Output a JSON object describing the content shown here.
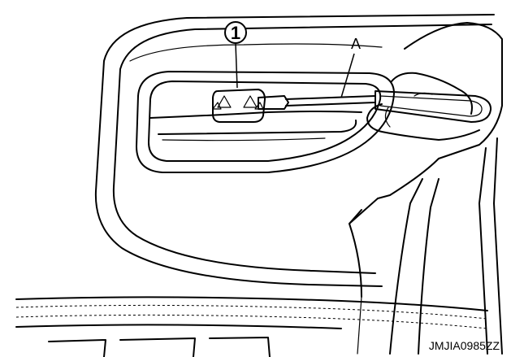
{
  "callout": {
    "number": "1"
  },
  "tool_label": "A",
  "figure_code": "JMJIA0985ZZ"
}
